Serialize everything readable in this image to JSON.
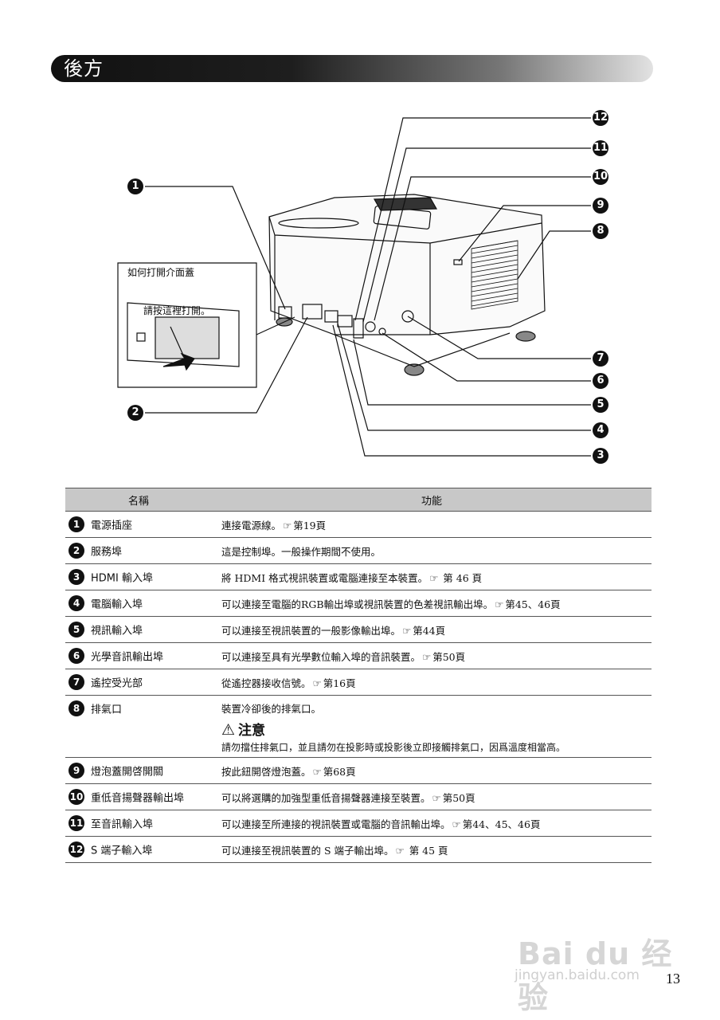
{
  "page": {
    "title": "後方",
    "page_number": "13"
  },
  "diagram": {
    "inset_title": "如何打開介面蓋",
    "inset_instruction": "請按這裡打開。",
    "callouts": [
      "1",
      "2",
      "3",
      "4",
      "5",
      "6",
      "7",
      "8",
      "9",
      "10",
      "11",
      "12"
    ]
  },
  "table": {
    "header_name": "名稱",
    "header_function": "功能",
    "rows": [
      {
        "num": "1",
        "name": "電源插座",
        "func_pre": "連接電源線。",
        "func_ref": "第19頁"
      },
      {
        "num": "2",
        "name": "服務埠",
        "func_pre": "這是控制埠。一般操作期間不使用。",
        "func_ref": ""
      },
      {
        "num": "3",
        "name": "HDMI 輸入埠",
        "func_pre": "將 HDMI 格式視訊裝置或電腦連接至本裝置。",
        "func_ref": " 第 46 頁"
      },
      {
        "num": "4",
        "name": "電腦輸入埠",
        "func_pre": "可以連接至電腦的RGB輸出埠或視訊裝置的色差視訊輸出埠。",
        "func_ref": "第45、46頁"
      },
      {
        "num": "5",
        "name": "視訊輸入埠",
        "func_pre": "可以連接至視訊裝置的一般影像輸出埠。",
        "func_ref": "第44頁"
      },
      {
        "num": "6",
        "name": "光學音訊輸出埠",
        "func_pre": "可以連接至具有光學數位輸入埠的音訊裝置。",
        "func_ref": "第50頁"
      },
      {
        "num": "7",
        "name": "遙控受光部",
        "func_pre": "從遙控器接收信號。",
        "func_ref": "第16頁"
      },
      {
        "num": "8",
        "name": "排氣口",
        "func_pre": "裝置冷卻後的排氣口。",
        "func_ref": "",
        "warning_title": "注意",
        "warning_text": "請勿擋住排氣口，並且請勿在投影時或投影後立即接觸排氣口，因爲溫度相當高。"
      },
      {
        "num": "9",
        "name": "燈泡蓋開啓開關",
        "func_pre": "按此鈕開啓燈泡蓋。",
        "func_ref": "第68頁"
      },
      {
        "num": "10",
        "name": "重低音揚聲器輸出埠",
        "func_pre": "可以將選購的加強型重低音揚聲器連接至裝置。",
        "func_ref": "第50頁"
      },
      {
        "num": "11",
        "name": "至音訊輸入埠",
        "func_pre": "可以連接至所連接的視訊裝置或電腦的音訊輸出埠。",
        "func_ref": "第44、45、46頁"
      },
      {
        "num": "12",
        "name": "S 端子輸入埠",
        "func_pre": "可以連接至視訊裝置的 S 端子輸出埠。",
        "func_ref": " 第 45 頁"
      }
    ]
  },
  "watermark": {
    "logo": "Bai du 经验",
    "url": "jingyan.baidu.com"
  }
}
